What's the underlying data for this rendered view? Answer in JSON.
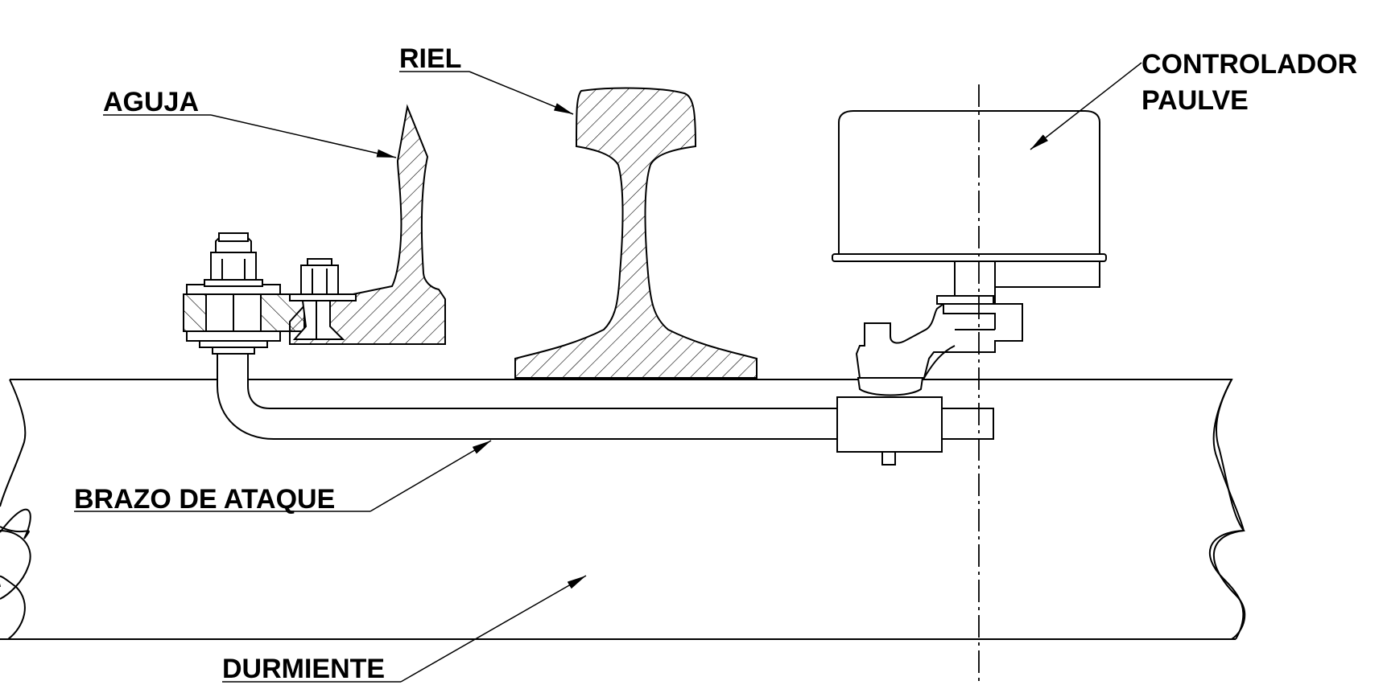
{
  "labels": {
    "aguja": "AGUJA",
    "riel": "RIEL",
    "controlador_line1": "CONTROLADOR",
    "controlador_line2": "PAULVE",
    "brazo": "BRAZO DE ATAQUE",
    "durmiente": "DURMIENTE"
  },
  "colors": {
    "stroke": "#000000",
    "background": "#ffffff"
  }
}
